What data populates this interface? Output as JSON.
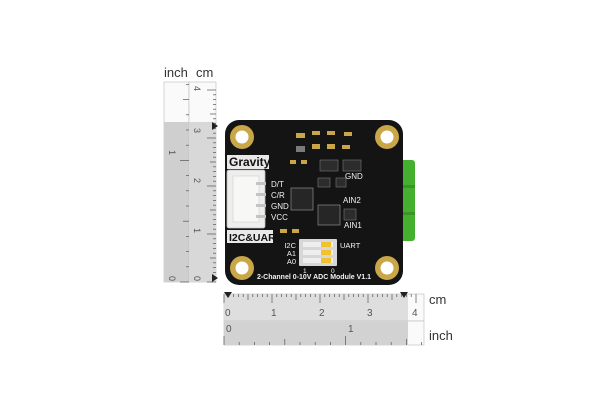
{
  "units": {
    "inch": "inch",
    "cm": "cm"
  },
  "vertical_ruler": {
    "cm_ticks": [
      "4",
      "3",
      "2",
      "1",
      "0"
    ],
    "inch_ticks": [
      "1",
      "0"
    ]
  },
  "horizontal_ruler": {
    "cm_ticks": [
      "0",
      "1",
      "2",
      "3",
      "4"
    ],
    "inch_ticks": [
      "0",
      "1"
    ]
  },
  "board": {
    "brand": "Gravity",
    "interface": "I2C&UART",
    "title": "2-Channel 0-10V ADC Module V1.1",
    "pins_left": [
      "D/T",
      "C/R",
      "GND",
      "VCC"
    ],
    "pins_right": [
      "GND",
      "AIN2",
      "AIN1"
    ],
    "switch_labels": [
      "I2C",
      "A1",
      "A0"
    ],
    "switch_right_label": "UART",
    "switch_bottom_labels": [
      "1",
      "0"
    ]
  },
  "colors": {
    "pcb": "#141414",
    "gold": "#c9a647",
    "terminal": "#45b02f",
    "connector": "#eeeeec",
    "ruler": "#d4d4d4"
  }
}
